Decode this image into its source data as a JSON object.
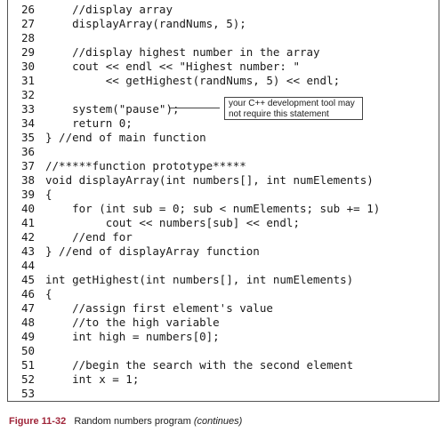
{
  "code_lines": [
    {
      "num": "26",
      "text": "    //display array"
    },
    {
      "num": "27",
      "text": "    displayArray(randNums, 5);"
    },
    {
      "num": "28",
      "text": ""
    },
    {
      "num": "29",
      "text": "    //display highest number in the array"
    },
    {
      "num": "30",
      "text": "    cout << endl << \"Highest number: \""
    },
    {
      "num": "31",
      "text": "         << getHighest(randNums, 5) << endl;"
    },
    {
      "num": "32",
      "text": ""
    },
    {
      "num": "33",
      "text": "    system(\"pause\");"
    },
    {
      "num": "34",
      "text": "    return 0;"
    },
    {
      "num": "35",
      "text": "} //end of main function"
    },
    {
      "num": "36",
      "text": ""
    },
    {
      "num": "37",
      "text": "//*****function prototype*****"
    },
    {
      "num": "38",
      "text": "void displayArray(int numbers[], int numElements)"
    },
    {
      "num": "39",
      "text": "{"
    },
    {
      "num": "40",
      "text": "    for (int sub = 0; sub < numElements; sub += 1)"
    },
    {
      "num": "41",
      "text": "         cout << numbers[sub] << endl;"
    },
    {
      "num": "42",
      "text": "    //end for"
    },
    {
      "num": "43",
      "text": "} //end of displayArray function"
    },
    {
      "num": "44",
      "text": ""
    },
    {
      "num": "45",
      "text": "int getHighest(int numbers[], int numElements)"
    },
    {
      "num": "46",
      "text": "{"
    },
    {
      "num": "47",
      "text": "    //assign first element's value"
    },
    {
      "num": "48",
      "text": "    //to the high variable"
    },
    {
      "num": "49",
      "text": "    int high = numbers[0];"
    },
    {
      "num": "50",
      "text": ""
    },
    {
      "num": "51",
      "text": "    //begin the search with the second element"
    },
    {
      "num": "52",
      "text": "    int x = 1;"
    },
    {
      "num": "53",
      "text": ""
    }
  ],
  "callout": {
    "line1": "your C++ development tool may",
    "line2": "not require this statement"
  },
  "caption": {
    "figure": "Figure 11-32",
    "title": "Random numbers program",
    "continued": "(continues)"
  }
}
